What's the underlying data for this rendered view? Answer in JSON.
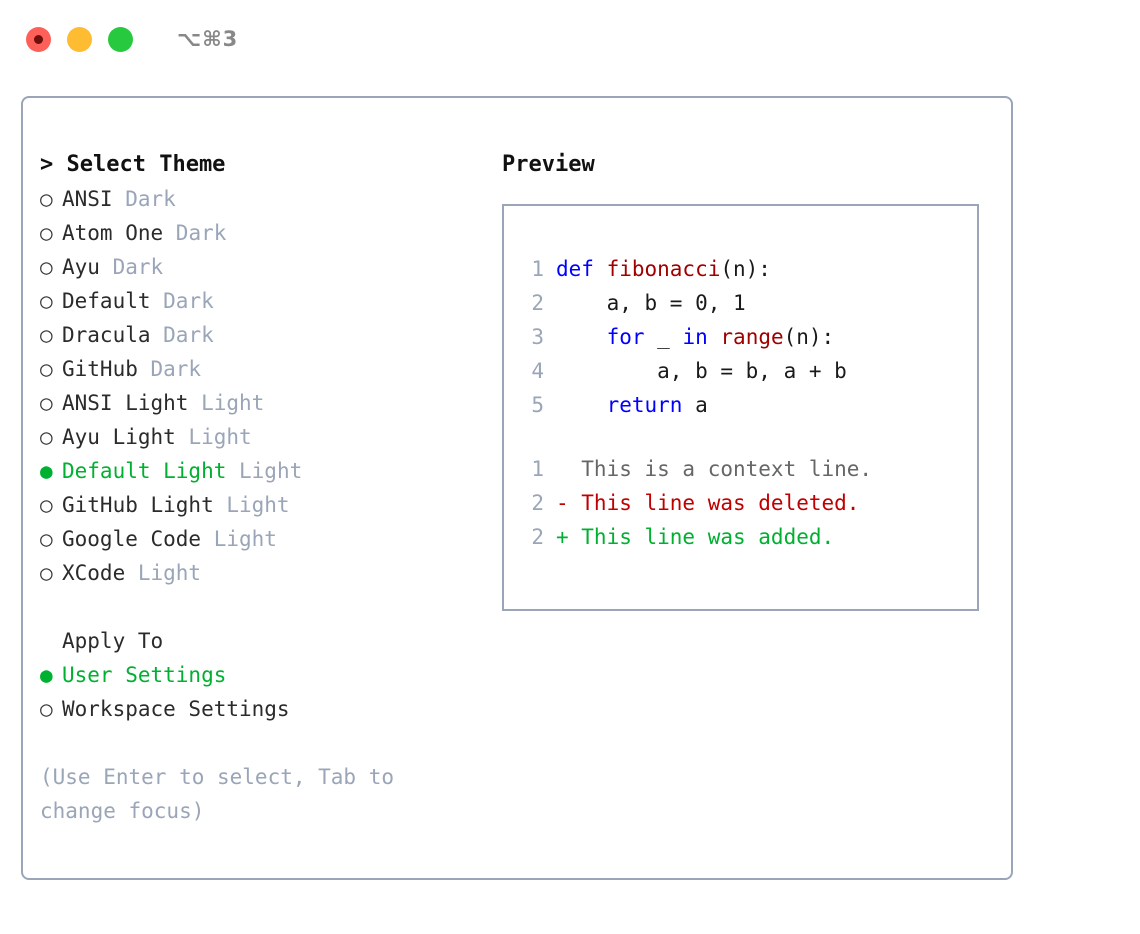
{
  "window": {
    "shortcut": "⌥⌘3",
    "traffic_lights": [
      "close",
      "minimize",
      "maximize"
    ],
    "colors": {
      "close": "#fc6058",
      "minimize": "#fdbc31",
      "maximize": "#27c93f",
      "accent_green": "#00b030",
      "muted": "#9aa5b8",
      "border": "#9aa5b8",
      "keyword_blue": "#0000ff",
      "function_red": "#a00000",
      "diff_delete": "#c00000",
      "diff_add": "#00b030"
    }
  },
  "theme_picker": {
    "heading": "> Select Theme",
    "items": [
      {
        "bullet": "○",
        "name": "ANSI",
        "tag": " Dark",
        "selected": false
      },
      {
        "bullet": "○",
        "name": "Atom One",
        "tag": " Dark",
        "selected": false
      },
      {
        "bullet": "○",
        "name": "Ayu",
        "tag": " Dark",
        "selected": false
      },
      {
        "bullet": "○",
        "name": "Default",
        "tag": " Dark",
        "selected": false
      },
      {
        "bullet": "○",
        "name": "Dracula",
        "tag": " Dark",
        "selected": false
      },
      {
        "bullet": "○",
        "name": "GitHub",
        "tag": " Dark",
        "selected": false
      },
      {
        "bullet": "○",
        "name": "ANSI Light",
        "tag": " Light",
        "selected": false
      },
      {
        "bullet": "○",
        "name": "Ayu Light",
        "tag": " Light",
        "selected": false
      },
      {
        "bullet": "●",
        "name": "Default Light",
        "tag": " Light",
        "selected": true
      },
      {
        "bullet": "○",
        "name": "GitHub Light",
        "tag": " Light",
        "selected": false
      },
      {
        "bullet": "○",
        "name": "Google Code",
        "tag": " Light",
        "selected": false
      },
      {
        "bullet": "○",
        "name": "XCode",
        "tag": " Light",
        "selected": false
      }
    ]
  },
  "apply_to": {
    "heading": "Apply To",
    "options": [
      {
        "bullet": "●",
        "label": "User Settings",
        "selected": true
      },
      {
        "bullet": "○",
        "label": "Workspace Settings",
        "selected": false
      }
    ]
  },
  "hint": "(Use Enter to select, Tab to change focus)",
  "preview": {
    "title": "Preview",
    "code_lines": [
      {
        "no": "1",
        "tokens": [
          {
            "t": "def ",
            "c": "kw"
          },
          {
            "t": "fibonacci",
            "c": "fn"
          },
          {
            "t": "(n):",
            "c": "plain"
          }
        ]
      },
      {
        "no": "2",
        "tokens": [
          {
            "t": "    a, b = 0, 1",
            "c": "plain"
          }
        ]
      },
      {
        "no": "3",
        "tokens": [
          {
            "t": "    ",
            "c": "plain"
          },
          {
            "t": "for",
            "c": "kw"
          },
          {
            "t": " _ ",
            "c": "plain"
          },
          {
            "t": "in",
            "c": "kw"
          },
          {
            "t": " ",
            "c": "plain"
          },
          {
            "t": "range",
            "c": "fn"
          },
          {
            "t": "(n):",
            "c": "plain"
          }
        ]
      },
      {
        "no": "4",
        "tokens": [
          {
            "t": "        a, b = b, a + b",
            "c": "plain"
          }
        ]
      },
      {
        "no": "5",
        "tokens": [
          {
            "t": "    ",
            "c": "plain"
          },
          {
            "t": "return",
            "c": "kw"
          },
          {
            "t": " a",
            "c": "plain"
          }
        ]
      }
    ],
    "diff_lines": [
      {
        "no": "1",
        "tokens": [
          {
            "t": "  This is a context line.",
            "c": "context"
          }
        ]
      },
      {
        "no": "2",
        "tokens": [
          {
            "t": "- This line was deleted.",
            "c": "del"
          }
        ]
      },
      {
        "no": "2",
        "tokens": [
          {
            "t": "+ This line was added.",
            "c": "add"
          }
        ]
      }
    ]
  }
}
